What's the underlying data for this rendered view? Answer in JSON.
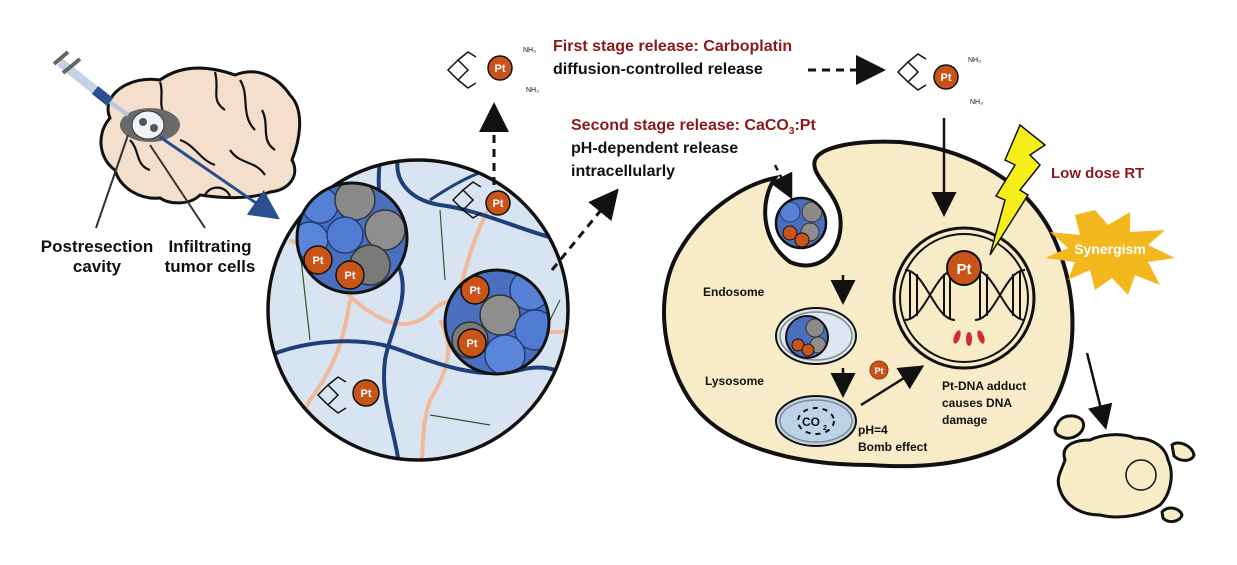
{
  "labels": {
    "postresection_line1": "Postresection",
    "postresection_line2": "cavity",
    "infiltrating_line1": "Infiltrating",
    "infiltrating_line2": "tumor cells",
    "first_stage_title": "First stage release: Carboplatin",
    "first_stage_sub": "diffusion-controlled release",
    "second_stage_title_prefix": "Second stage release: CaCO",
    "second_stage_title_sub": "3",
    "second_stage_title_suffix": ":Pt",
    "second_stage_sub1": "pH-dependent release",
    "second_stage_sub2": "intracellularly",
    "endosome": "Endosome",
    "lysosome": "Lysosome",
    "co2": "CO",
    "co2_sub": "2",
    "ph": "pH=4",
    "bomb": "Bomb effect",
    "adduct1": "Pt-DNA adduct",
    "adduct2": "causes DNA",
    "adduct3": "damage",
    "low_dose": "Low dose RT",
    "synergism": "Synergism",
    "pt": "Pt",
    "nh3": "NH₃"
  },
  "colors": {
    "title_red": "#8b1a1a",
    "pt_orange": "#c8541a",
    "navy": "#1f3f7a",
    "hydrogel_bg": "#d9e4f2",
    "cell_fill": "#f8ebc8",
    "brain_fill": "#f4dfcc",
    "fiber": "#f0b999",
    "lightning": "#f5ee1a",
    "synergism": "#f2b81e"
  }
}
